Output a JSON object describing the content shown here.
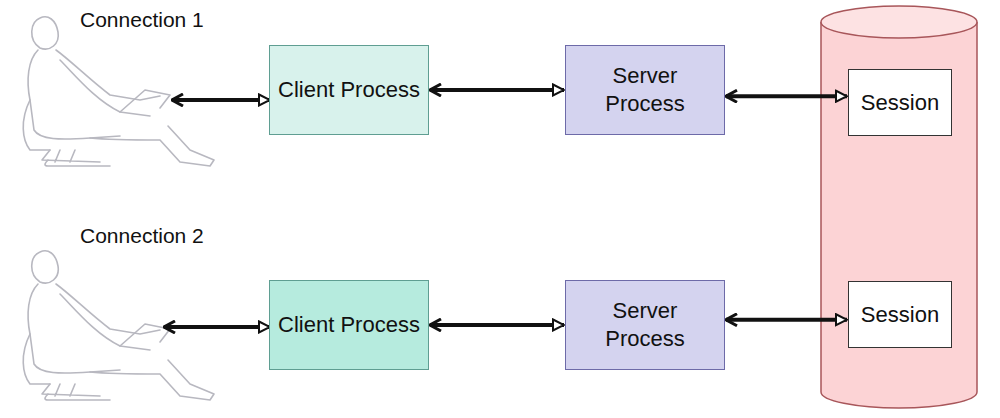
{
  "diagram": {
    "nodes": [
      {
        "text": [
          "Client Process"
        ]
      },
      {
        "text": [
          "Server Process"
        ]
      },
      {
        "text": [
          "Session"
        ]
      },
      {
        "text": [
          "Client Process"
        ]
      },
      {
        "text": [
          "Server Process"
        ]
      },
      {
        "text": [
          "Session"
        ]
      }
    ],
    "edges": [
      {
        "from": 0,
        "to": 1,
        "arrow": "both"
      },
      {
        "from": 1,
        "to": 2,
        "arrow": "both"
      },
      {
        "from": 3,
        "to": 4,
        "arrow": "both"
      },
      {
        "from": 4,
        "to": 5,
        "arrow": "both"
      }
    ],
    "labels": [
      "Connection 1",
      "Connection 2"
    ]
  }
}
